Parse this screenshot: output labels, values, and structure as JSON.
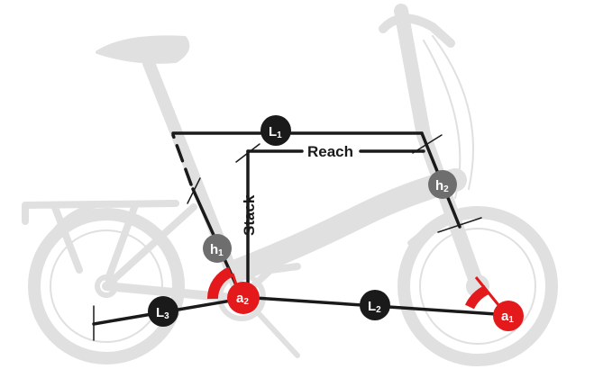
{
  "labels": {
    "l1": {
      "main": "L",
      "sub": "1"
    },
    "l2": {
      "main": "L",
      "sub": "2"
    },
    "l3": {
      "main": "L",
      "sub": "3"
    },
    "h1": {
      "main": "h",
      "sub": "1"
    },
    "h2": {
      "main": "h",
      "sub": "2"
    },
    "a1": {
      "main": "a",
      "sub": "1"
    },
    "a2": {
      "main": "a",
      "sub": "2"
    },
    "reach": "Reach",
    "stack": "Stack"
  },
  "colors": {
    "bike_silhouette": "#e0e0e0",
    "measure_line": "#1a1a1a",
    "marker_dark": "#1a1a1a",
    "marker_grey": "#6e6e6e",
    "angle_red": "#e3191b"
  }
}
